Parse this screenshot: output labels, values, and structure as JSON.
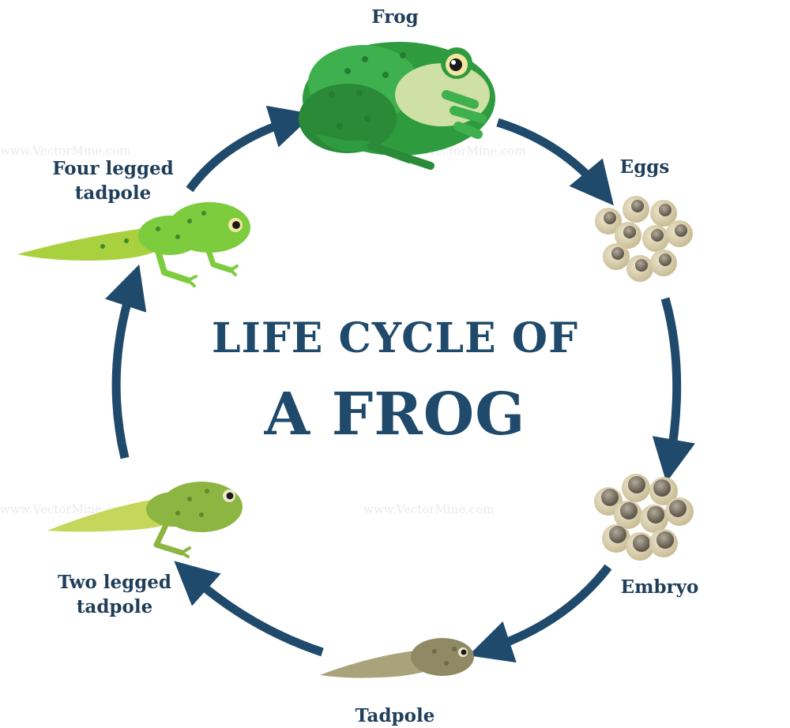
{
  "title": {
    "line1": "LIFE CYCLE OF",
    "line2": "A FROG"
  },
  "stages": {
    "frog": "Frog",
    "eggs": "Eggs",
    "embryo": "Embryo",
    "tadpole": "Tadpole",
    "two_legged": [
      "Two legged",
      "tadpole"
    ],
    "four_legged": [
      "Four legged",
      "tadpole"
    ]
  },
  "watermark": "www.VectorMine.com",
  "colors": {
    "arrow": "#1f4a6b",
    "title": "#1f4a6b",
    "label": "#1f3e5a",
    "frog_green": "#2e9b3e",
    "frog_belly": "#cfe0a6",
    "egg_shell": "#ddd3b4",
    "egg_core": "#8d8575",
    "tadpole_brown": "#8f8a64",
    "tadpole_green": "#8db541",
    "froglet_green": "#7ccc3e"
  }
}
